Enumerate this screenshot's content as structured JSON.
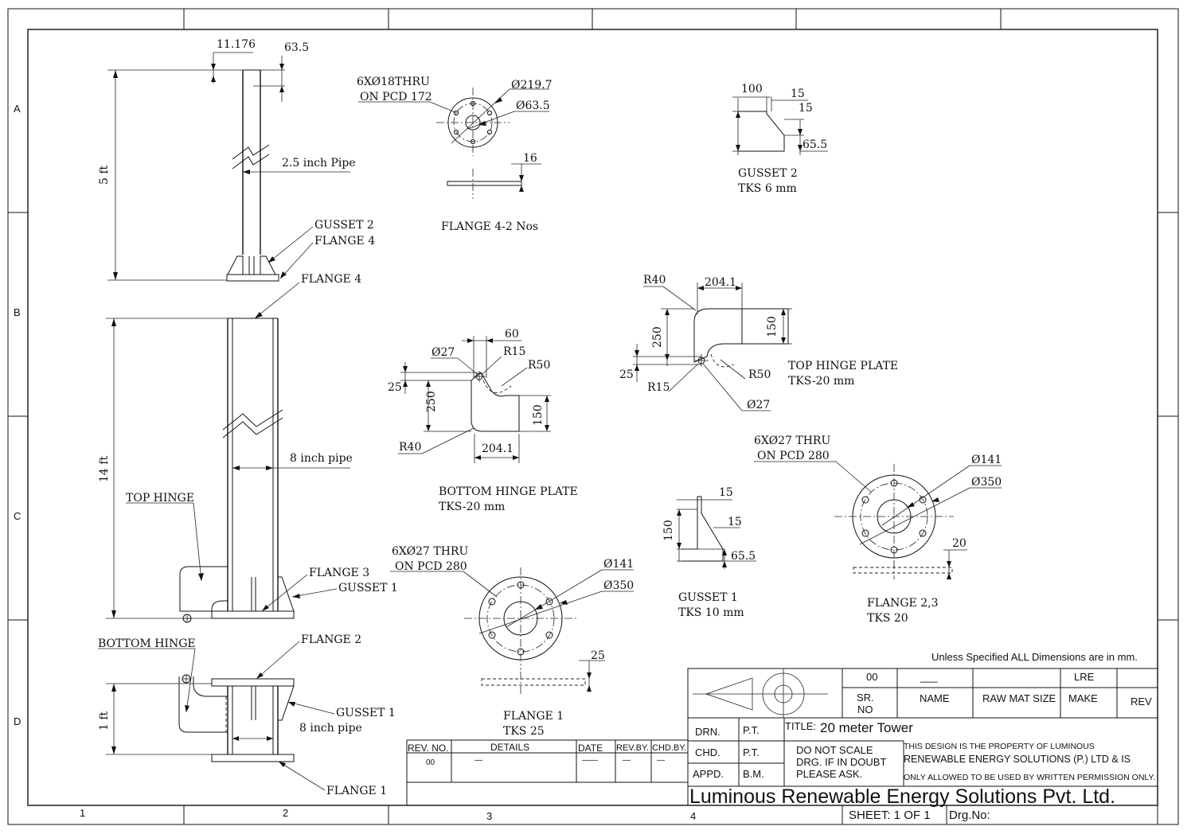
{
  "border": {
    "columns": [
      "1",
      "2",
      "3",
      "4"
    ],
    "rows": [
      "A",
      "B",
      "C",
      "D"
    ]
  },
  "tower": {
    "dim_11_176": "11.176",
    "dim_63_5": "63.5",
    "dim_5ft": "5 ft",
    "dim_14ft": "14 ft",
    "dim_1ft": "1 ft",
    "pipe_25": "2.5 inch Pipe",
    "pipe_8_mid": "8 inch pipe",
    "pipe_8_low": "8 inch pipe",
    "gusset2": "GUSSET 2",
    "flange4_a": "FLANGE 4",
    "flange4_b": "FLANGE 4",
    "top_hinge": "TOP HINGE",
    "flange3": "FLANGE 3",
    "gusset1_a": "GUSSET 1",
    "bottom_hinge": "BOTTOM HINGE",
    "flange2": "FLANGE 2",
    "gusset1_b": "GUSSET 1",
    "flange1": "FLANGE 1"
  },
  "flange4": {
    "holes_line1": "6XØ18THRU",
    "holes_line2": "ON PCD 172",
    "dia_outer": "Ø219.7",
    "dia_inner": "Ø63.5",
    "thk": "16",
    "title": "FLANGE 4-2 Nos"
  },
  "gusset2": {
    "d100": "100",
    "d15a": "15",
    "d15b": "15",
    "d65": "65.5",
    "title": "GUSSET 2",
    "tks": "TKS 6 mm"
  },
  "top_hinge_plate": {
    "r40": "R40",
    "d204": "204.1",
    "d250": "250",
    "d150": "150",
    "d25": "25",
    "r15": "R15",
    "r50": "R50",
    "d27": "Ø27",
    "title": "TOP HINGE PLATE",
    "tks": "TKS-20 mm"
  },
  "bottom_hinge_plate": {
    "d60": "60",
    "d27": "Ø27",
    "r15": "R15",
    "r50": "R50",
    "d25": "25",
    "d250": "250",
    "d150": "150",
    "r40": "R40",
    "d204": "204.1",
    "title": "BOTTOM HINGE PLATE",
    "tks": "TKS-20 mm"
  },
  "flange23": {
    "holes_line1": "6XØ27 THRU",
    "holes_line2": "ON PCD 280",
    "dia_inner": "Ø141",
    "dia_outer": "Ø350",
    "thk": "20",
    "title": "FLANGE 2,3",
    "tks": "TKS 20"
  },
  "gusset1": {
    "d15a": "15",
    "d15b": "15",
    "d150": "150",
    "d65": "65.5",
    "title": "GUSSET 1",
    "tks": "TKS 10 mm"
  },
  "flange1": {
    "holes_line1": "6XØ27 THRU",
    "holes_line2": "ON PCD 280",
    "dia_inner": "Ø141",
    "dia_outer": "Ø350",
    "thk": "25",
    "title": "FLANGE 1",
    "tks": "TKS 25"
  },
  "title_block": {
    "note": "Unless Specified ALL Dimensions are in mm.",
    "hdr_val1": "00",
    "hdr_val2": "___",
    "hdr_val3": "LRE",
    "sr_no_1": "SR.",
    "sr_no_2": "NO",
    "name": "NAME",
    "raw_mat": "RAW MAT SIZE",
    "make": "MAKE",
    "rev": "REV",
    "drn": "DRN.",
    "drn_by": "P.T.",
    "chd": "CHD.",
    "chd_by": "P.T.",
    "appd": "APPD.",
    "appd_by": "B.M.",
    "title_label": "TITLE:",
    "title_value": "20 meter Tower",
    "dns1": "DO NOT SCALE",
    "dns2": "DRG. IF IN DOUBT",
    "dns3": "PLEASE ASK.",
    "prop1": "THIS DESIGN IS THE PROPERTY OF LUMINOUS",
    "prop2": "RENEWABLE ENERGY SOLUTIONS (P.) LTD & IS",
    "prop3": "ONLY ALLOWED TO BE USED BY WRITTEN PERMISSION ONLY.",
    "company": "Luminous Renewable Energy Solutions Pvt. Ltd.",
    "sheet": "SHEET: 1 OF 1",
    "drg_no": "Drg.No:"
  },
  "revision_table": {
    "headers": [
      "REV. NO.",
      "DETAILS",
      "DATE",
      "REV.BY.",
      "CHD.BY."
    ],
    "row": [
      "00",
      "—",
      "——",
      "—",
      "—"
    ]
  }
}
